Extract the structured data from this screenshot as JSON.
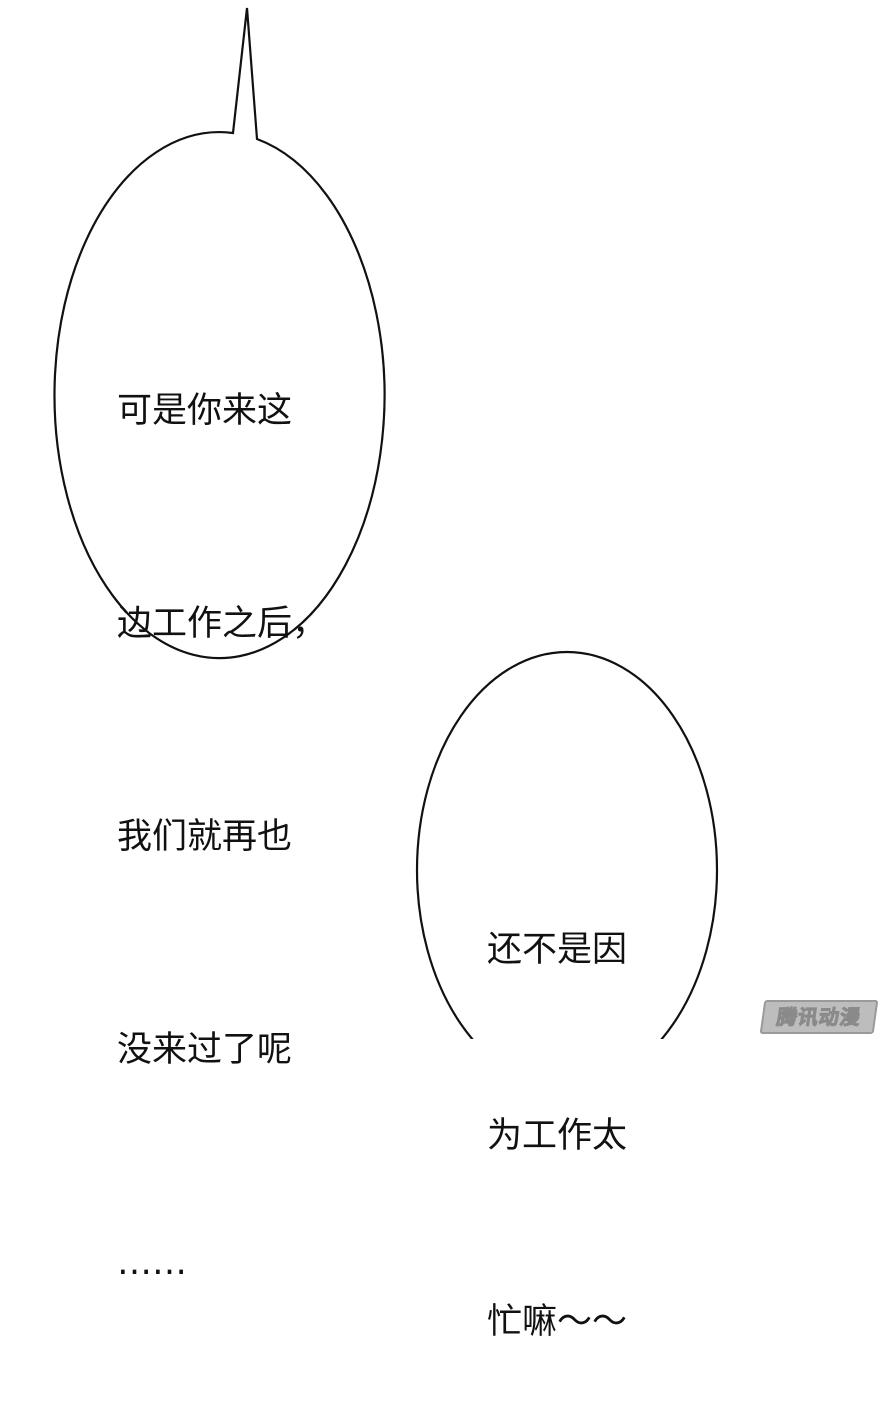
{
  "panel": {
    "background": "#ffffff",
    "stroke_color": "#111111"
  },
  "bubble_1": {
    "lines": [
      "可是你来这",
      "边工作之后，",
      "我们就再也",
      "没来过了呢",
      "……"
    ]
  },
  "bubble_2": {
    "lines": [
      "还不是因",
      "为工作太",
      "忙嘛～～"
    ]
  },
  "watermark": {
    "text": "腾讯动漫"
  }
}
